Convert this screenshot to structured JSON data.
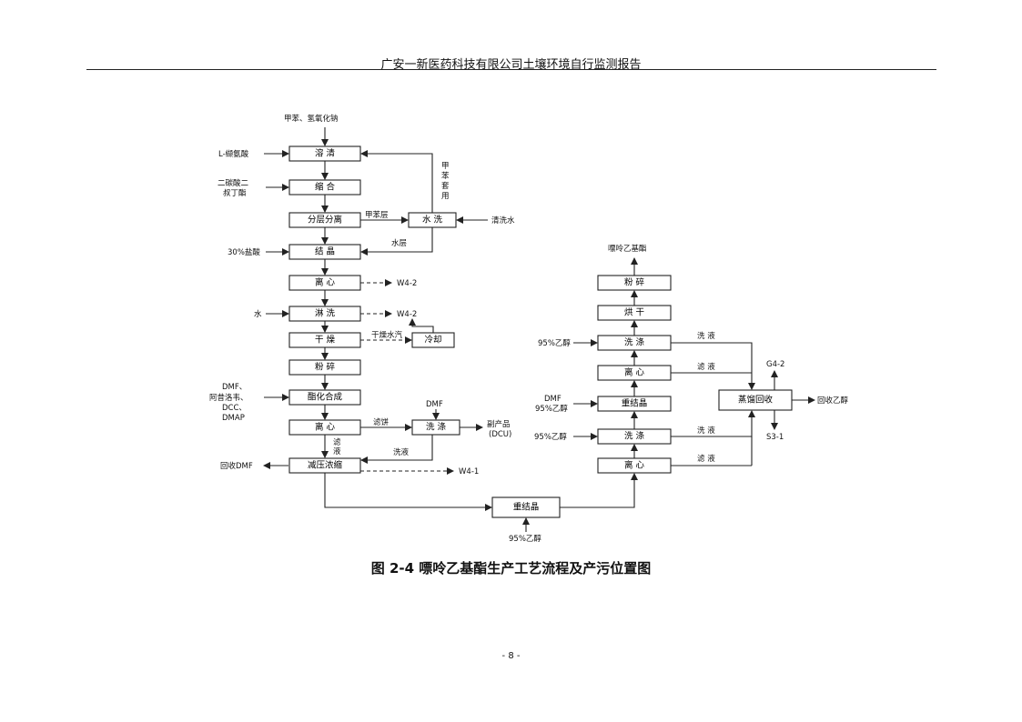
{
  "header": {
    "title": "广安一新医药科技有限公司土壤环境自行监测报告"
  },
  "caption": "图 2-4  嘌呤乙基酯生产工艺流程及产污位置图",
  "page_number": "- 8 -",
  "diagram": {
    "boxes": {
      "dissolve": "溶  清",
      "condense": "缩  合",
      "separate": "分层分离",
      "crystallize": "结  晶",
      "centrifuge1": "离  心",
      "rinse": "淋  洗",
      "dry": "干  燥",
      "crush1": "粉  碎",
      "acylation": "酯化合成",
      "centrifuge2": "离  心",
      "concentrate": "减压浓缩",
      "water_wash": "水  洗",
      "cool": "冷却",
      "wash_dmf": "洗  涤",
      "recryst_bottom": "重结晶",
      "centrifuge3": "离  心",
      "wash2": "洗  涤",
      "recryst2": "重结晶",
      "centrifuge4": "离  心",
      "wash3": "洗  涤",
      "dry2": "烘  干",
      "crush2": "粉  碎",
      "distill": "蒸馏回收"
    },
    "labels": {
      "top_input": "甲苯、氢氧化钠",
      "l_input": "L-缬氨酸",
      "boc_input_1": "二碳酸二",
      "boc_input_2": "叔丁酯",
      "hcl_input": "30%盐酸",
      "water_input": "水",
      "dmf_input_1": "DMF、",
      "dmf_input_2": "阿昔洛韦、",
      "dmf_input_3": "DCC、",
      "dmf_input_4": "DMAP",
      "recover_dmf": "回收DMF",
      "toluene_layer": "甲苯层",
      "toluene_reuse_1": "甲",
      "toluene_reuse_2": "苯",
      "toluene_reuse_3": "套",
      "toluene_reuse_4": "用",
      "wash_water": "清洗水",
      "water_layer": "水层",
      "w42a": "W4-2",
      "w42b": "W4-2",
      "dry_steam": "干燥水汽",
      "filter_cake": "滤饼",
      "dmf_top": "DMF",
      "byproduct_1": "副产品",
      "byproduct_2": "(DCU)",
      "filtrate_1": "滤",
      "filtrate_2": "液",
      "wash_liquid": "洗液",
      "w41": "W4-1",
      "ethanol_bottom": "95%乙醇",
      "product": "嘌呤乙基酯",
      "ethanol_95a": "95%乙醇",
      "dmf_right_1": "DMF",
      "dmf_right_2": "95%乙醇",
      "ethanol_95b": "95%乙醇",
      "wash_liq_r1": "洗  液",
      "filtrate_r1": "滤  液",
      "wash_liq_r2": "洗  液",
      "filtrate_r2": "滤  液",
      "g42": "G4-2",
      "s31": "S3-1",
      "recover_ethanol": "回收乙醇"
    }
  }
}
